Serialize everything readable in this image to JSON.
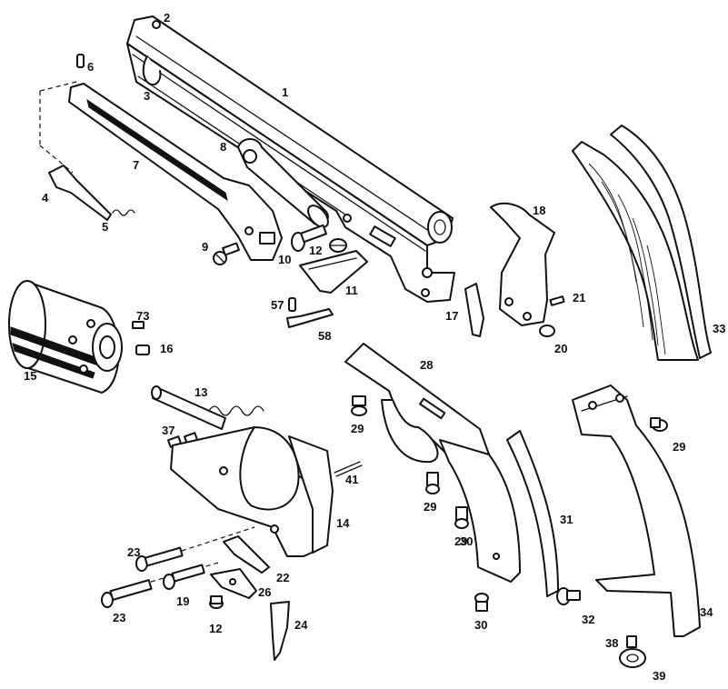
{
  "callouts": [
    "1",
    "2",
    "3",
    "4",
    "5",
    "6",
    "7",
    "8",
    "9",
    "10",
    "11",
    "12",
    "12",
    "13",
    "14",
    "15",
    "16",
    "17",
    "18",
    "19",
    "20",
    "21",
    "22",
    "23",
    "23",
    "24",
    "26",
    "28",
    "29",
    "29",
    "29",
    "29",
    "30",
    "30",
    "31",
    "32",
    "33",
    "34",
    "37",
    "38",
    "39",
    "41",
    "57",
    "58",
    "73"
  ]
}
